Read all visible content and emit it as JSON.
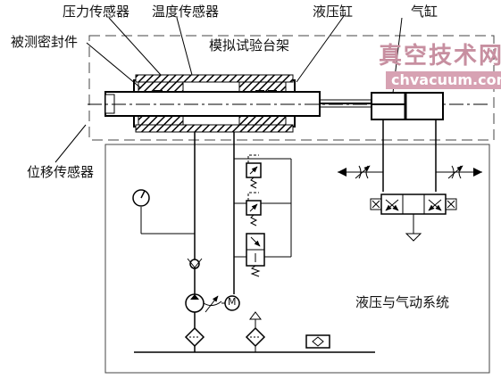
{
  "labels": {
    "pressure_sensor": "压力传感器",
    "temperature_sensor": "温度传感器",
    "hydraulic_cylinder": "液压缸",
    "air_cylinder": "气缸",
    "tested_seal": "被测密封件",
    "test_rig": "模拟试验台架",
    "displacement_sensor": "位移传感器",
    "hydraulic_pneumatic_system": "液压与气动系统",
    "motor_symbol": "M"
  },
  "watermark": {
    "title": "真空技术网",
    "url": "chvacuum.com"
  }
}
